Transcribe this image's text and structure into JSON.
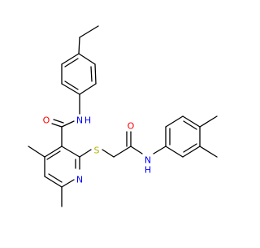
{
  "molecule": {
    "atom_labels": {
      "amide_o": "O",
      "amide_nh": "N",
      "amide_nh_h": "H",
      "thio_s": "S",
      "acetamide_o": "O",
      "acetamide_nh": "N",
      "acetamide_nh_h": "H",
      "pyridine_n": "N"
    },
    "colors": {
      "bond": "#000000",
      "oxygen": "#ff0000",
      "nitrogen": "#0000ff",
      "sulfur": "#b2b200",
      "background": "#ffffff"
    }
  }
}
